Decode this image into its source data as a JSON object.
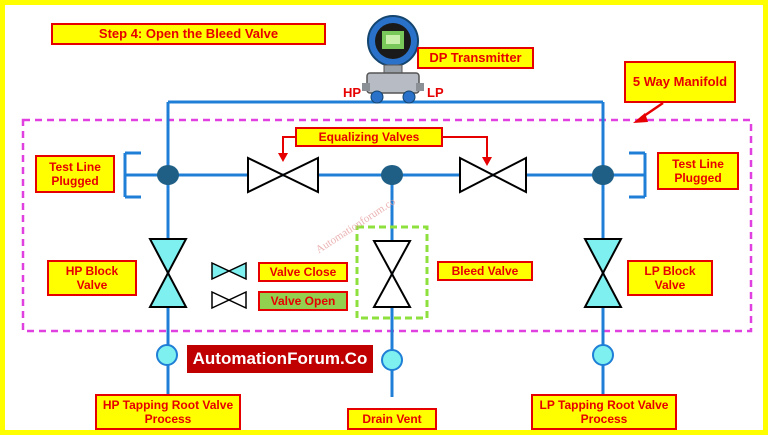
{
  "title": "Step 4: Open the Bleed Valve",
  "transmitter": {
    "label": "DP Transmitter",
    "hp": "HP",
    "lp": "LP"
  },
  "manifold_label": "5 Way Manifold",
  "equalizing_label": "Equalizing Valves",
  "test_line_left": "Test Line Plugged",
  "test_line_right": "Test Line Plugged",
  "hp_block": "HP Block Valve",
  "lp_block": "LP Block Valve",
  "bleed_valve": "Bleed Valve",
  "legend": {
    "close": "Valve Close",
    "open": "Valve Open"
  },
  "brand": "AutomationForum.Co",
  "watermark": "Automationforum.co",
  "hp_tapping": "HP Tapping Root Valve Process",
  "lp_tapping": "LP Tapping Root Valve Process",
  "drain": "Drain Vent",
  "colors": {
    "pipe": "#1f7fd6",
    "valve_closed": "#7ff0f0",
    "valve_open": "#ffffff",
    "manifold_border": "#e040e0",
    "label_bg": "#ffff00",
    "label_text": "#e60000",
    "brand_bg": "#c00000",
    "open_legend_bg": "#92d050",
    "bleed_highlight": "#8ee03c"
  },
  "valve_states": {
    "hp_block": "closed",
    "lp_block": "closed",
    "equalizing_left": "open",
    "equalizing_right": "open",
    "bleed": "open"
  }
}
